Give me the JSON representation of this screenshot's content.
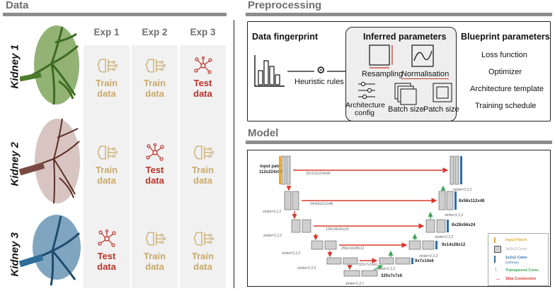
{
  "sections": {
    "data_title": "Data",
    "preprocessing_title": "Preprocessing",
    "model_title": "Model"
  },
  "experiments": [
    "Exp 1",
    "Exp 2",
    "Exp 3"
  ],
  "kidneys": [
    {
      "label": "Kidney 1",
      "color": "#5f8a3a",
      "cells": [
        {
          "type": "train",
          "line1": "Train",
          "line2": "data"
        },
        {
          "type": "train",
          "line1": "Train",
          "line2": "data"
        },
        {
          "type": "test",
          "line1": "Test",
          "line2": "data"
        }
      ]
    },
    {
      "label": "Kidney 2",
      "color": "#6e3b33",
      "cells": [
        {
          "type": "train",
          "line1": "Train",
          "line2": "data"
        },
        {
          "type": "test",
          "line1": "Test",
          "line2": "data"
        },
        {
          "type": "train",
          "line1": "Train",
          "line2": "data"
        }
      ]
    },
    {
      "label": "Kidney 3",
      "color": "#2f5f82",
      "cells": [
        {
          "type": "test",
          "line1": "Test",
          "line2": "data"
        },
        {
          "type": "train",
          "line1": "Train",
          "line2": "data"
        },
        {
          "type": "train",
          "line1": "Train",
          "line2": "data"
        }
      ]
    }
  ],
  "colors": {
    "train": "#c9a96a",
    "test": "#b8332a",
    "skip": "#d9382c",
    "conv1x1": "#2a6ea8",
    "transposed": "#3aa655",
    "input": "#b5822c"
  },
  "preprocessing": {
    "data_fingerprint": "Data fingerprint",
    "heuristic_rules": "Heuristic rules",
    "inferred_title": "Inferred parameters",
    "inferred": [
      "Resampling",
      "Normalisation",
      "Architecture config",
      "Batch size",
      "Patch size"
    ],
    "blueprint_title": "Blueprint parameters",
    "blueprint": [
      "Loss function",
      "Optimizer",
      "Architecture template",
      "Training schedule"
    ]
  },
  "model": {
    "input_patch": "input patch",
    "input_size": "112x224x96",
    "skip_labels": [
      "32x112x224x96",
      "64x56x112x48",
      "128x28x56x24",
      "256x14x28x12",
      "320x7x14x6"
    ],
    "stride_labels": [
      "stride=2,2,2",
      "stride=2,2,2",
      "stride=2,2,2",
      "stride=2,2,2",
      "stride=1,2,2",
      "stride=2,2,2",
      "stride=2,2,2",
      "stride=2,2,2",
      "stride=2,2,2",
      "stride=1,2,1"
    ],
    "dims": [
      "8x56x112x48",
      "8x28x56x24",
      "9x14x28x12",
      "9x7x14x6",
      "320x7x7x6"
    ],
    "legend": [
      {
        "label": "Input Patch",
        "color": "#e3a92f"
      },
      {
        "label": "3x3x3 Conv",
        "color": "#bdbdbd"
      },
      {
        "label": "1x1x1 Conv",
        "sub": "(softmax)",
        "color": "#2a6ea8"
      },
      {
        "label": "Transposed Conv.",
        "color": "#3aa655"
      },
      {
        "label": "Skip Connection",
        "color": "#d9382c"
      }
    ]
  }
}
